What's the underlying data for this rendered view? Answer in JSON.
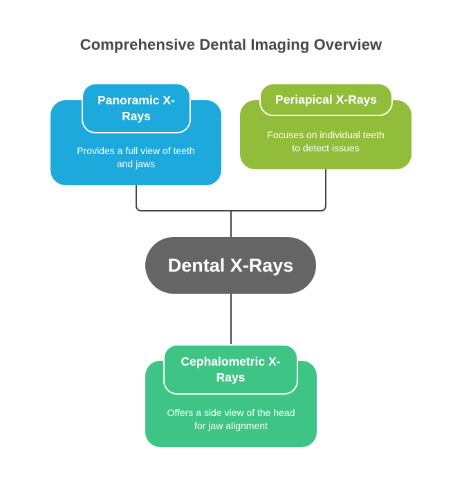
{
  "title": "Comprehensive Dental Imaging Overview",
  "center": {
    "label": "Dental X-Rays",
    "color": "#656565"
  },
  "nodes": [
    {
      "id": "panoramic",
      "title": "Panoramic X-Rays",
      "title_lines": [
        "Panoramic X-",
        "Rays"
      ],
      "description": "Provides a full view of teeth and jaws",
      "description_lines": [
        "Provides a full view of teeth",
        "and jaws"
      ],
      "color": "#1EA9DC"
    },
    {
      "id": "periapical",
      "title": "Periapical X-Rays",
      "title_lines": [
        "Periapical X-Rays"
      ],
      "description": "Focuses on individual teeth to detect issues",
      "description_lines": [
        "Focuses on individual teeth",
        "to detect issues"
      ],
      "color": "#92BD3A"
    },
    {
      "id": "cephalometric",
      "title": "Cephalometric X-Rays",
      "title_lines": [
        "Cephalometric X-",
        "Rays"
      ],
      "description": "Offers a side view of the head for jaw alignment",
      "description_lines": [
        "Offers a side view of the head",
        "for jaw alignment"
      ],
      "color": "#3EC484"
    }
  ]
}
